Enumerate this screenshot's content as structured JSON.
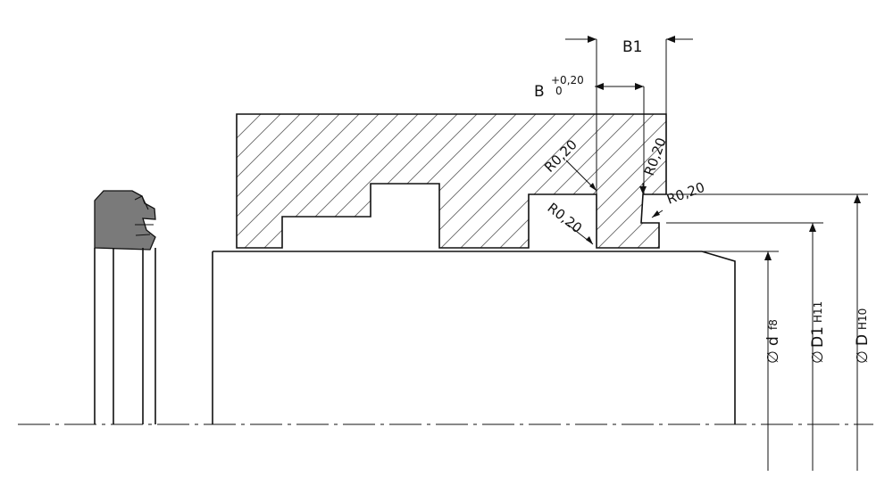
{
  "labels": {
    "b1": "B1",
    "b": "B",
    "tol_upper": "+0,20",
    "tol_lower": "0",
    "radius": "R0,20",
    "dia": "∅",
    "d": "d",
    "d_tol": "f8",
    "d1": "D1",
    "d1_tol": "H11",
    "D": "D",
    "D_tol": "H10"
  },
  "colors": {
    "line": "#111111",
    "hatch": "#666666",
    "seal": "#7a7a7a"
  }
}
